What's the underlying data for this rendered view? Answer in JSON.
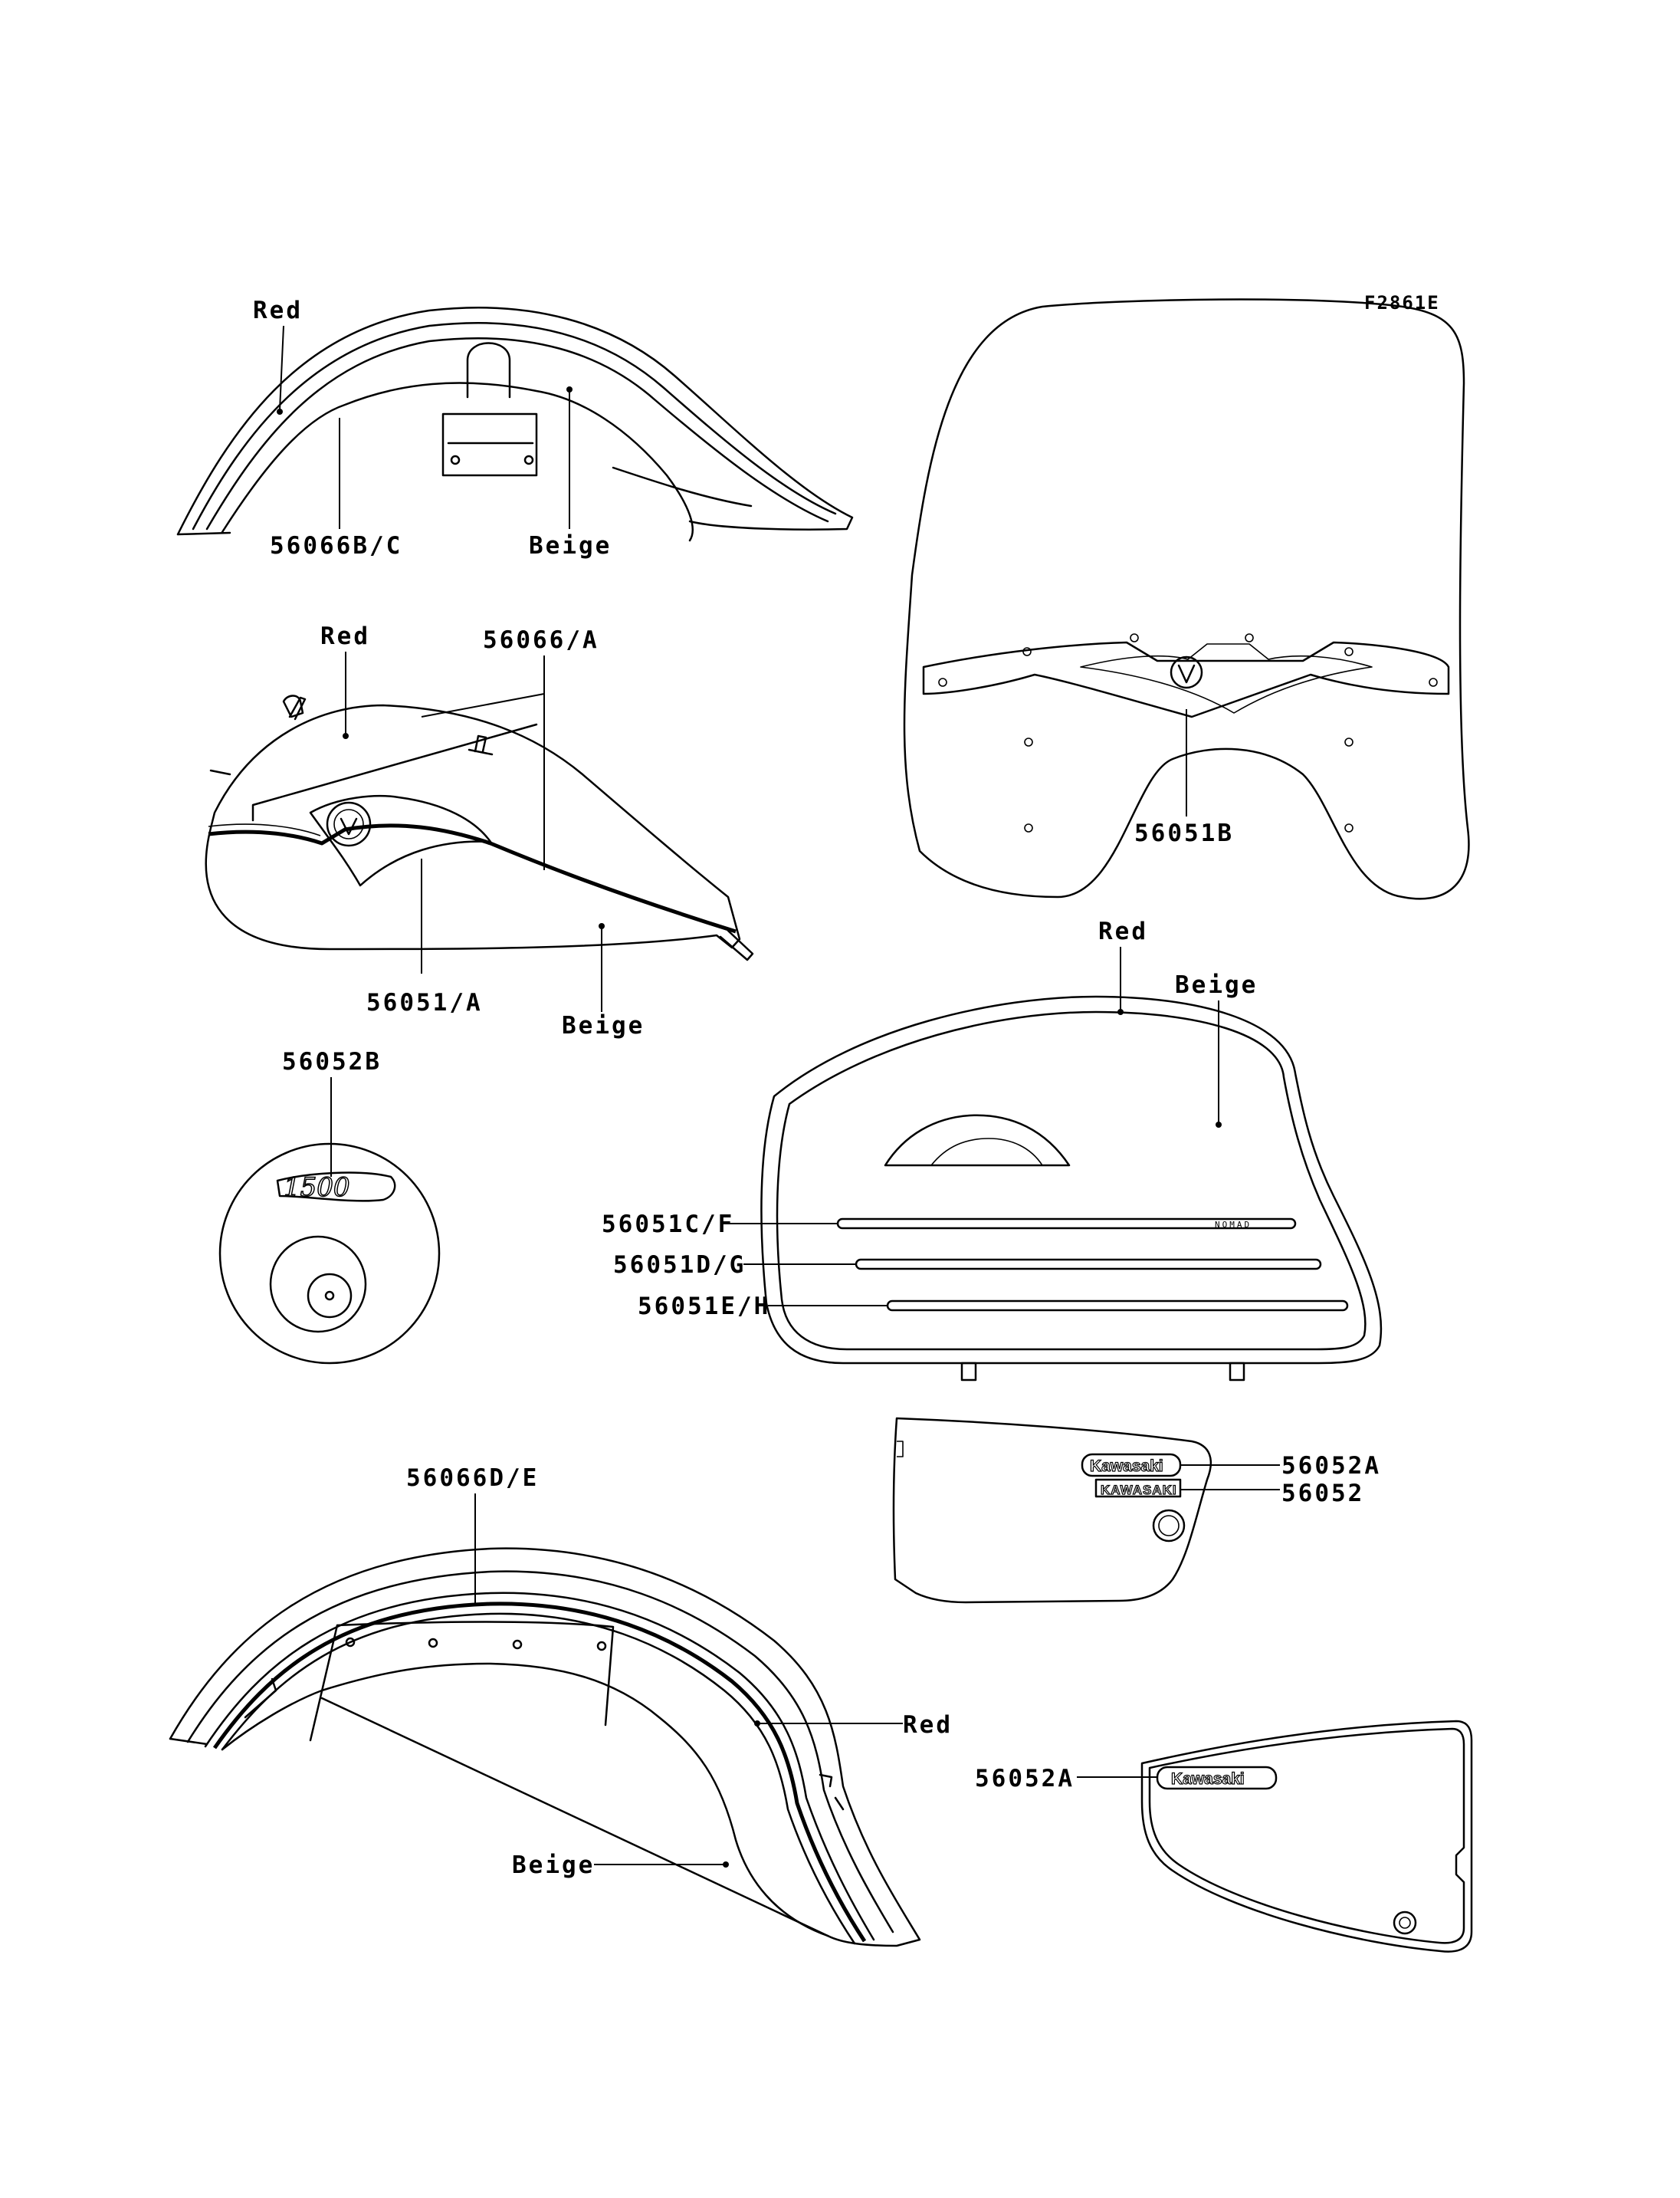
{
  "figure_code": "F2861E",
  "front_fender": {
    "label_red": "Red",
    "label_part": "56066B/C",
    "label_beige": "Beige"
  },
  "windshield": {
    "label_part": "56051B"
  },
  "fuel_tank": {
    "label_red": "Red",
    "label_part_stripe": "56066/A",
    "label_part_emblem": "56051/A",
    "label_beige": "Beige"
  },
  "speedometer_cover": {
    "label_part": "56052B",
    "emblem_text": "1500"
  },
  "saddlebag": {
    "label_red": "Red",
    "label_beige": "Beige",
    "stripe_labels": [
      "56051C/F",
      "56051D/G",
      "56051E/H"
    ],
    "stripe_text": "NOMAD"
  },
  "side_cover_right": {
    "label_part_logo": "56052A",
    "label_part_plate": "56052",
    "logo_text": "Kawasaki",
    "plate_text": "KAWASAKI"
  },
  "rear_fender": {
    "label_part": "56066D/E",
    "label_red": "Red",
    "label_beige": "Beige"
  },
  "side_cover_left": {
    "label_part_logo": "56052A",
    "logo_text": "Kawasaki"
  }
}
